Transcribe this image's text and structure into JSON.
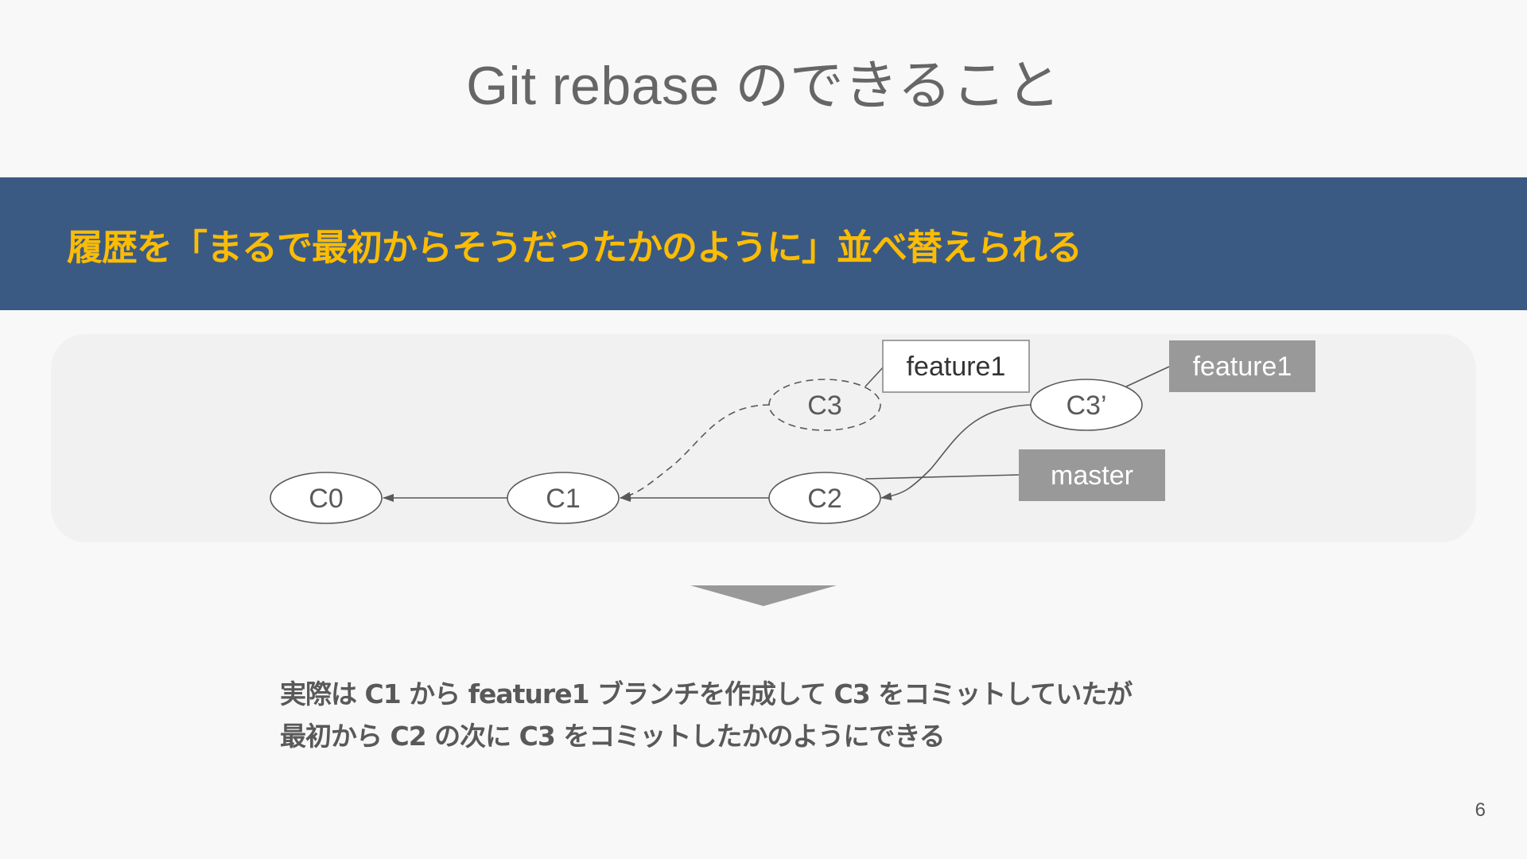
{
  "slide": {
    "title": "Git rebase のできること",
    "banner_text": "履歴を「まるで最初からそうだったかのように」並べ替えられる",
    "caption": {
      "line1": "実際は C1 から feature1 ブランチを作成して  C3 をコミットしていたが",
      "line2": "最初から C2 の次に C3 をコミットしたかのようにできる"
    },
    "page_number": "6"
  },
  "diagram": {
    "commits": {
      "c0": "C0",
      "c1": "C1",
      "c2": "C2",
      "c3_old": "C3",
      "c3_new": "C3’"
    },
    "labels": {
      "feature1_old": "feature1",
      "feature1_new": "feature1",
      "master": "master"
    }
  },
  "colors": {
    "banner_bg": "#3b5a83",
    "banner_text": "#fbbc05",
    "title_text": "#666666",
    "branch_box_fill": "#999999",
    "branch_box_text": "#ffffff",
    "node_stroke": "#595959"
  }
}
